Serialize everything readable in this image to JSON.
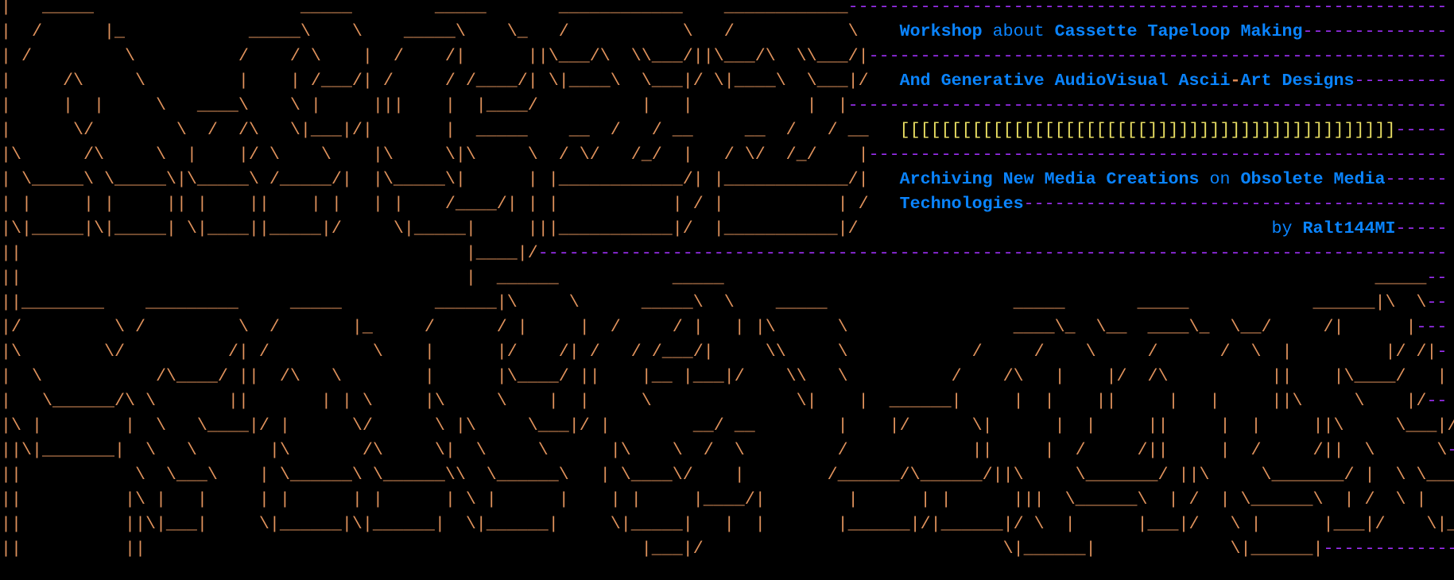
{
  "colors": {
    "underscore": "#e6dc62",
    "pipe": "#dc8a55",
    "backslash": "#d4d4d4",
    "dash": "#9a2ef0",
    "text": "#0a84ff"
  },
  "art": {
    "rows": [
      {
        "art": "|   _____                    _____        _____       ____________    ____________",
        "tail": "----------------------------------------------------------"
      },
      {
        "art": "|  /      |_            _____\\    \\    _____\\    \\_   /           \\   /           \\    ",
        "text": [
          {
            "t": "Workshop "
          },
          {
            "t": "about",
            "thin": true
          },
          {
            "t": " Cassette Tapeloop Making"
          }
        ],
        "tail": "--------------"
      },
      {
        "art": "| /         \\          /    / \\    |  /    /|      ||\\___/\\  \\\\___/||\\___/\\  \\\\___/|",
        "tail": "--------------------------------------------------------"
      },
      {
        "art": "|     /\\     \\         |    | /___/| /     / /____/| \\|____\\  \\___|/ \\|____\\  \\___|/   ",
        "text": [
          {
            "t": "And Generative AudioVisual Ascii"
          },
          {
            "t": "-",
            "accent": true
          },
          {
            "t": "Art Designs"
          }
        ],
        "tail": "---------"
      },
      {
        "art": "|     |  |     \\   ____\\    \\ |     |||    |  |____/          |   |           |  |",
        "tail": "----------------------------------------------------------"
      },
      {
        "art": "|      \\/        \\  /  /\\   \\|___|/|       |  _____    __  /   / __     __  /   / __   ",
        "text": [
          {
            "t": "[[[[[[[[[[[[[[[[[[[[[[[[]]]]]]]]]]]]]]]]]]]]]]]]",
            "bracket": true
          }
        ],
        "tail": "-----"
      },
      {
        "art": "|\\      /\\     \\  |    |/ \\    \\    |\\     \\|\\     \\  / \\/   /_/  |   / \\/  /_/    |",
        "tail": "--------------------------------------------------------"
      },
      {
        "art": "| \\_____\\ \\_____\\|\\_____\\ /_____/|  |\\_____\\|      | |____________/| |____________/|   ",
        "text": [
          {
            "t": "Archiving New Media Creations "
          },
          {
            "t": "on",
            "thin": true
          },
          {
            "t": " Obsolete Media"
          }
        ],
        "tail": "------"
      },
      {
        "art": "| |     | |     || |    ||    | |   | |    /____/| | |           | / |           | /   ",
        "text": [
          {
            "t": "Technologies"
          }
        ],
        "tail": "-----------------------------------------"
      },
      {
        "art": "|\\|_____|\\|_____| \\|____||_____|/     \\|_____|     |||___________|/  |___________|/                                        ",
        "text": [
          {
            "t": "by",
            "thin": true
          },
          {
            "t": " Ralt144MI"
          }
        ],
        "tail": "-----"
      },
      {
        "art": "||                                           |____|/",
        "tail": "----------------------------------------------------------------------------------------"
      },
      {
        "art": "||                                           |  ______           _____                                                               _____",
        "tail": "--"
      },
      {
        "art": "||________    _________     _____         ______|\\     \\      _____\\  \\    _____                  _____       _____            ______|\\  \\",
        "tail": "--"
      },
      {
        "art": "|/         \\ /         \\  /       |_     /      / |     |  /     / |   | |\\      \\                ____\\_  \\__  ____\\_  \\__/     /|      |",
        "tail": "---"
      },
      {
        "art": "|\\        \\/          /| /          \\    |      |/    /| /   / /___/|     \\\\     \\            /     /    \\     /      /  \\  |         |/ /|",
        "tail": "-"
      },
      {
        "art": "|  \\           /\\____/ ||  /\\   \\        |      |\\____/ ||    |__ |___|/    \\\\   \\          /    /\\   |    |/  /\\          ||    |\\____/   |"
      },
      {
        "art": "|   \\______/\\ \\       ||       | | \\     |\\     \\    |  |     \\              \\|    |  ______|     |  |    ||     |   |     ||\\     \\    |/",
        "tail": "--"
      },
      {
        "art": "|\\ |        |  \\   \\____|/ |      \\/      \\ |\\     \\___|/ |        __/ __        |    |/      \\|      |  |     ||     |  |     ||\\     \\___|/",
        "tail": "--"
      },
      {
        "art": "||\\|_______|  \\   \\       |\\       /\\     \\|  \\     \\      |\\    \\  /  \\         /            ||     |  /     /||     |  /     /||  \\      \\",
        "tail": "-----"
      },
      {
        "art": "||           \\  \\___\\    | \\______\\ \\______\\\\  \\______\\   | \\____\\/    |        /______/\\______/||\\     \\_______/ ||\\     \\_______/ |  \\ \\______\\",
        "tail": "-----"
      },
      {
        "art": "||          |\\ |   |     | |      | |      | \\ |      |    | |     |____/|        |      | |      |||  \\______\\  | /  | \\______\\  | /  \\ |      |",
        "tail": "-----"
      },
      {
        "art": "||          ||\\|___|     \\|______|\\|______|  \\|______|     \\|_____|   |  |       |______|/|______|/ \\  |      |___|/   \\ |      |___|/    \\|______|",
        "tail": "-----"
      },
      {
        "art": "||          ||                                                |___|/                             \\|______|             \\|______|",
        "tail": "----------------"
      }
    ]
  }
}
